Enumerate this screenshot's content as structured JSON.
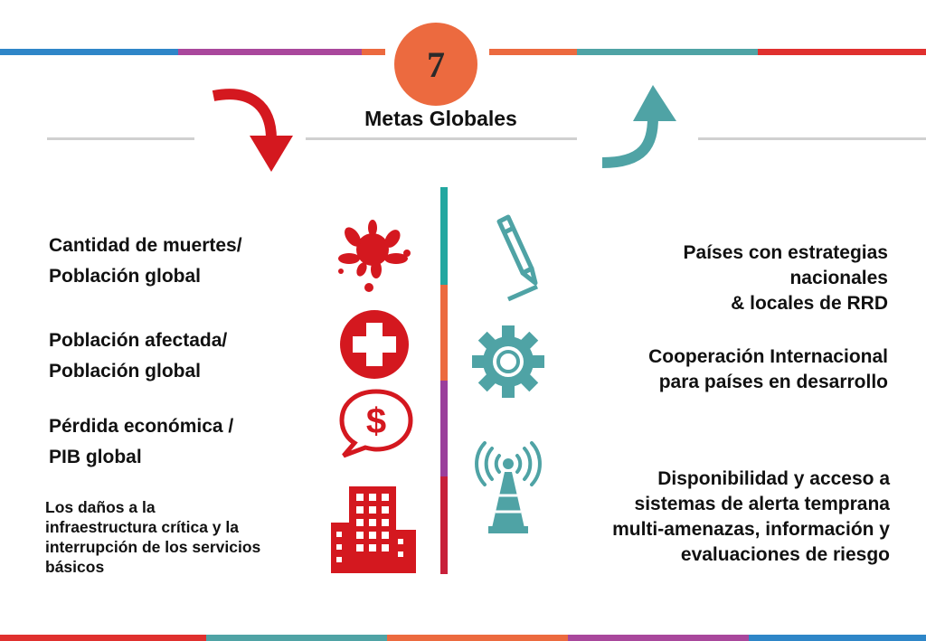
{
  "header": {
    "number": "7",
    "title": "Metas Globales"
  },
  "left_items": [
    {
      "line1": "Cantidad de muertes/",
      "line2": "Población global",
      "icon": "blood-splatter-icon"
    },
    {
      "line1": "Población afectada/",
      "line2": "Población global",
      "icon": "medical-cross-icon"
    },
    {
      "line1": "Pérdida económica /",
      "line2": "PIB global",
      "icon": "dollar-speech-bubble-icon"
    }
  ],
  "left_bottom": {
    "lines": [
      "Los daños a la",
      "infraestructura crítica y la",
      "interrupción de los servicios",
      "básicos"
    ],
    "icon": "building-icon"
  },
  "right_items": [
    {
      "lines": [
        "Países con estrategias",
        "nacionales",
        "& locales de RRD"
      ],
      "icon": "pen-icon"
    },
    {
      "lines": [
        "Cooperación Internacional",
        "para países en desarrollo"
      ],
      "icon": "gear-icon"
    },
    {
      "lines": [
        "Disponibilidad y acceso a",
        "sistemas de alerta temprana",
        "multi-amenazas, información y",
        "evaluaciones de riesgo"
      ],
      "icon": "antenna-tower-icon"
    }
  ],
  "colors": {
    "red": "#d4181f",
    "teal": "#4fa3a5",
    "orange": "#ec6a3f",
    "purple": "#9b3f9c",
    "blue": "#2e86c8",
    "crimson": "#c8203a"
  }
}
